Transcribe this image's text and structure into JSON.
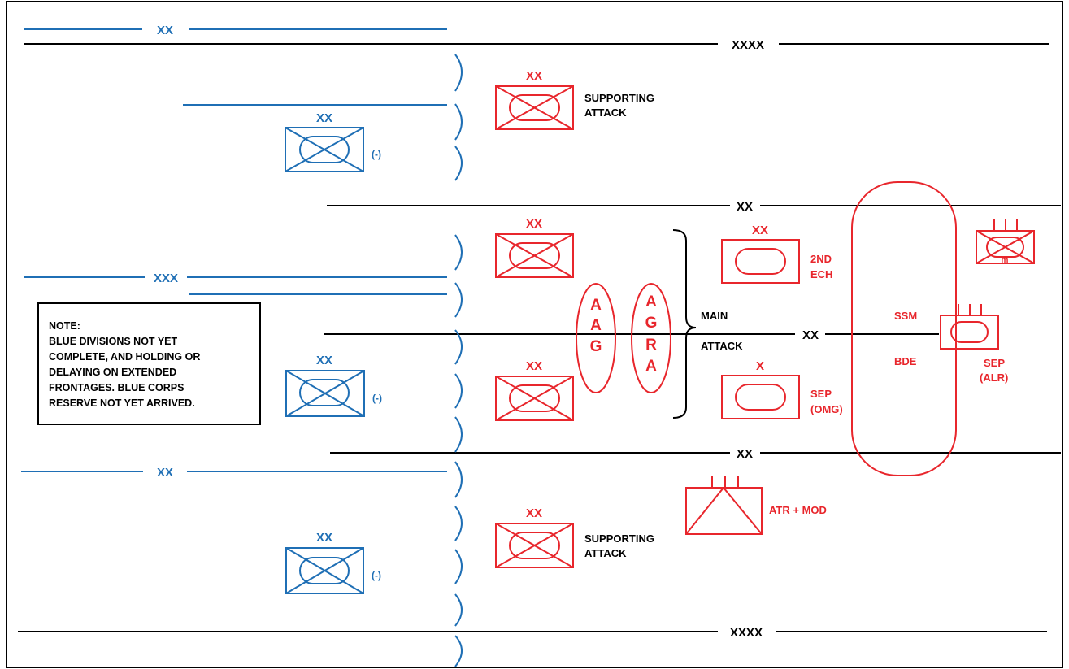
{
  "boundaries": {
    "blue_top": "XX",
    "blue_corps": "XXX",
    "blue_bottom": "XX",
    "army_top": "XXXX",
    "army_bottom": "XXXX",
    "red_div_1": "XX",
    "red_div_2": "XX",
    "red_div_3": "XX"
  },
  "blue_units": {
    "u1": {
      "echelon": "XX",
      "mod": "(-)"
    },
    "u2": {
      "echelon": "XX",
      "mod": "(-)"
    },
    "u3": {
      "echelon": "XX",
      "mod": "(-)"
    }
  },
  "red_units": {
    "top_div": "XX",
    "main_div_1": "XX",
    "main_div_2": "XX",
    "second_ech": "XX",
    "omg": "X",
    "bottom_div": "XX",
    "mech": "m"
  },
  "labels": {
    "supporting_attack_top": [
      "SUPPORTING",
      "ATTACK"
    ],
    "supporting_attack_bottom": [
      "SUPPORTING",
      "ATTACK"
    ],
    "main_attack": [
      "MAIN",
      "ATTACK"
    ],
    "second_ech": [
      "2ND",
      "ECH"
    ],
    "sep_omg": [
      "SEP",
      "(OMG)"
    ],
    "sep_alr": [
      "SEP",
      "(ALR)"
    ],
    "ssm": "SSM",
    "bde": "BDE",
    "atr_mod": "ATR + MOD",
    "aag": [
      "A",
      "A",
      "G"
    ],
    "agra": [
      "A",
      "G",
      "R",
      "A"
    ]
  },
  "note": {
    "lines": [
      "NOTE:",
      "BLUE DIVISIONS NOT YET",
      "COMPLETE, AND HOLDING OR",
      "DELAYING ON EXTENDED",
      "FRONTAGES.  BLUE CORPS",
      "RESERVE NOT YET ARRIVED."
    ]
  },
  "colors": {
    "blue": "#1f6fb5",
    "red": "#e8262c",
    "black": "#000000"
  }
}
